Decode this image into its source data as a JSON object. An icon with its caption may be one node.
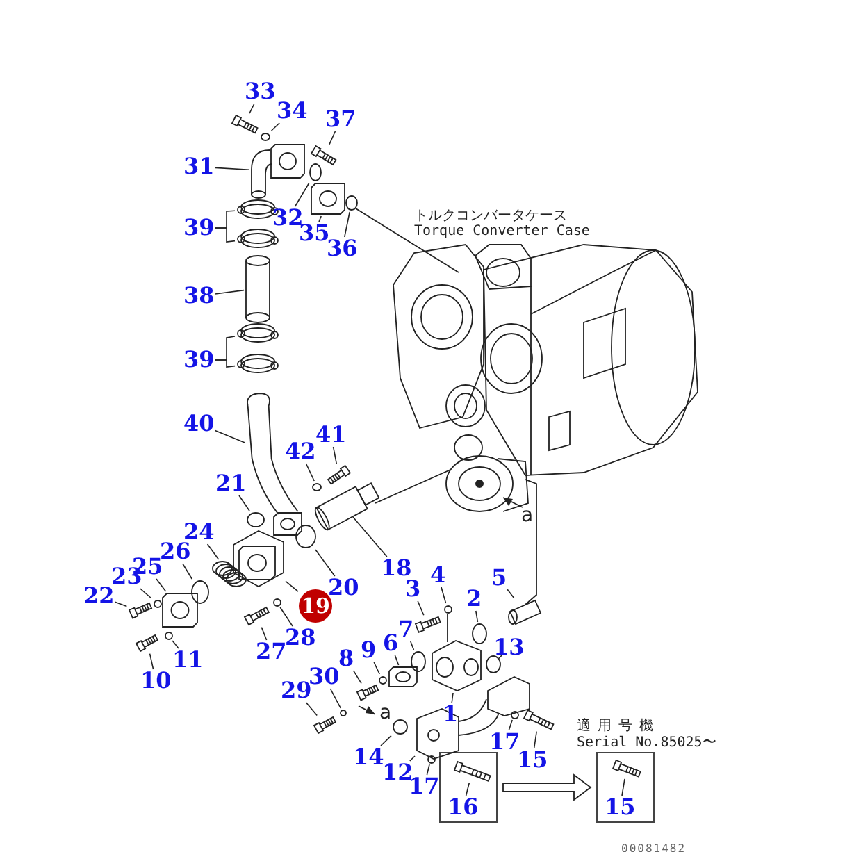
{
  "diagram": {
    "nodes": [
      {
        "text": [
          "33"
        ]
      },
      {
        "text": [
          "34"
        ]
      },
      {
        "text": [
          "37"
        ]
      },
      {
        "text": [
          "31"
        ]
      },
      {
        "text": [
          "32"
        ]
      },
      {
        "text": [
          "35"
        ]
      },
      {
        "text": [
          "36"
        ]
      },
      {
        "text": [
          "39"
        ]
      },
      {
        "text": [
          "38"
        ]
      },
      {
        "text": [
          "39"
        ]
      },
      {
        "text": [
          "40"
        ]
      },
      {
        "text": [
          "42"
        ]
      },
      {
        "text": [
          "41"
        ]
      },
      {
        "text": [
          "21"
        ]
      },
      {
        "text": [
          "24"
        ]
      },
      {
        "text": [
          "26"
        ]
      },
      {
        "text": [
          "25"
        ]
      },
      {
        "text": [
          "23"
        ]
      },
      {
        "text": [
          "22"
        ]
      },
      {
        "text": [
          "20"
        ]
      },
      {
        "text": [
          "19"
        ]
      },
      {
        "text": [
          "18"
        ]
      },
      {
        "text": [
          "28"
        ]
      },
      {
        "text": [
          "27"
        ]
      },
      {
        "text": [
          "11"
        ]
      },
      {
        "text": [
          "10"
        ]
      },
      {
        "text": [
          "3"
        ]
      },
      {
        "text": [
          "4"
        ]
      },
      {
        "text": [
          "2"
        ]
      },
      {
        "text": [
          "5"
        ]
      },
      {
        "text": [
          "7"
        ]
      },
      {
        "text": [
          "13"
        ]
      },
      {
        "text": [
          "6"
        ]
      },
      {
        "text": [
          "9"
        ]
      },
      {
        "text": [
          "8"
        ]
      },
      {
        "text": [
          "30"
        ]
      },
      {
        "text": [
          "29"
        ]
      },
      {
        "text": [
          "1"
        ]
      },
      {
        "text": [
          "17"
        ]
      },
      {
        "text": [
          "15"
        ]
      },
      {
        "text": [
          "14"
        ]
      },
      {
        "text": [
          "12"
        ]
      },
      {
        "text": [
          "17"
        ]
      },
      {
        "text": [],
        "shape": "box"
      },
      {
        "text": [
          "16"
        ],
        "in": 43
      },
      {
        "text": [],
        "shape": "box",
        "beside": [
          "適用号機",
          "Serial No.85025〜"
        ]
      },
      {
        "text": [
          "15"
        ],
        "in": 45
      },
      {
        "text": [],
        "shape": "picture"
      },
      {
        "text": [],
        "shape": "circle"
      },
      {
        "text": [],
        "shape": "picture"
      },
      {
        "text": [],
        "shape": "picture"
      },
      {
        "text": [],
        "shape": "circle"
      },
      {
        "text": [],
        "shape": "picture"
      },
      {
        "text": [],
        "shape": "circle"
      },
      {
        "text": [],
        "shape": "circle"
      },
      {
        "text": [],
        "shape": "circle"
      },
      {
        "text": [],
        "shape": "picture"
      },
      {
        "text": [],
        "shape": "circle"
      },
      {
        "text": [],
        "shape": "circle"
      },
      {
        "text": [],
        "shape": "picture"
      },
      {
        "text": [],
        "shape": "circle"
      },
      {
        "text": [],
        "shape": "picture"
      },
      {
        "text": [],
        "shape": "circle"
      },
      {
        "text": [],
        "shape": "picture"
      },
      {
        "text": [],
        "shape": "circle"
      },
      {
        "text": [],
        "shape": "picture"
      },
      {
        "text": [],
        "shape": "circle"
      },
      {
        "text": [],
        "shape": "picture"
      },
      {
        "text": [],
        "shape": "circle"
      },
      {
        "text": [],
        "shape": "picture"
      },
      {
        "text": [],
        "shape": "picture"
      },
      {
        "text": [],
        "shape": "circle"
      },
      {
        "text": [],
        "shape": "picture"
      },
      {
        "text": [],
        "shape": "circle"
      },
      {
        "text": [],
        "shape": "picture"
      },
      {
        "text": [],
        "shape": "picture"
      },
      {
        "text": [],
        "shape": "circle"
      },
      {
        "text": [],
        "shape": "circle"
      },
      {
        "text": [],
        "shape": "picture"
      },
      {
        "text": [],
        "shape": "circle"
      },
      {
        "text": [],
        "shape": "circle"
      },
      {
        "text": [],
        "shape": "picture"
      },
      {
        "text": [],
        "shape": "circle"
      },
      {
        "text": [],
        "shape": "picture"
      },
      {
        "text": [],
        "shape": "circle"
      },
      {
        "text": [],
        "shape": "picture"
      },
      {
        "text": [],
        "shape": "picture"
      },
      {
        "text": [],
        "shape": "circle"
      },
      {
        "text": [],
        "shape": "picture"
      },
      {
        "text": [],
        "shape": "circle"
      },
      {
        "text": [],
        "shape": "picture"
      },
      {
        "text": [],
        "shape": "circle"
      },
      {
        "text": [],
        "shape": "picture",
        "in": 43
      },
      {
        "text": [],
        "shape": "picture",
        "in": 45
      }
    ],
    "edges": [
      {
        "from": 0,
        "to": 47,
        "arrow": "none"
      },
      {
        "from": 1,
        "to": 48,
        "arrow": "none"
      },
      {
        "from": 2,
        "to": 49,
        "arrow": "none"
      },
      {
        "from": 3,
        "to": 50,
        "arrow": "none"
      },
      {
        "from": 4,
        "to": 51,
        "arrow": "none"
      },
      {
        "from": 5,
        "to": 52,
        "arrow": "none"
      },
      {
        "from": 6,
        "to": 53,
        "arrow": "none"
      },
      {
        "from": 7,
        "to": 54,
        "arrow": "none"
      },
      {
        "from": 7,
        "to": 55,
        "arrow": "none"
      },
      {
        "from": 8,
        "to": 56,
        "arrow": "none"
      },
      {
        "from": 9,
        "to": 57,
        "arrow": "none"
      },
      {
        "from": 9,
        "to": 58,
        "arrow": "none"
      },
      {
        "from": 10,
        "to": 59,
        "arrow": "none"
      },
      {
        "from": 11,
        "to": 60,
        "arrow": "none"
      },
      {
        "from": 12,
        "to": 61,
        "arrow": "none"
      },
      {
        "from": 13,
        "to": 62,
        "arrow": "none"
      },
      {
        "from": 14,
        "to": 63,
        "arrow": "none"
      },
      {
        "from": 15,
        "to": 64,
        "arrow": "none"
      },
      {
        "from": 16,
        "to": 65,
        "arrow": "none"
      },
      {
        "from": 17,
        "to": 66,
        "arrow": "none"
      },
      {
        "from": 18,
        "to": 67,
        "arrow": "none"
      },
      {
        "from": 19,
        "to": 68,
        "arrow": "none"
      },
      {
        "from": 20,
        "to": 69,
        "arrow": "none"
      },
      {
        "from": 21,
        "to": 70,
        "arrow": "none"
      },
      {
        "from": 22,
        "to": 71,
        "arrow": "none"
      },
      {
        "from": 23,
        "to": 72,
        "arrow": "none"
      },
      {
        "from": 24,
        "to": 73,
        "arrow": "none"
      },
      {
        "from": 25,
        "to": 74,
        "arrow": "none"
      },
      {
        "from": 26,
        "to": 75,
        "arrow": "none"
      },
      {
        "from": 27,
        "to": 76,
        "arrow": "none"
      },
      {
        "from": 28,
        "to": 77,
        "arrow": "none"
      },
      {
        "from": 29,
        "to": 78,
        "arrow": "none"
      },
      {
        "from": 30,
        "to": 79,
        "arrow": "none"
      },
      {
        "from": 31,
        "to": 80,
        "arrow": "none"
      },
      {
        "from": 32,
        "to": 81,
        "arrow": "none"
      },
      {
        "from": 33,
        "to": 82,
        "arrow": "none"
      },
      {
        "from": 34,
        "to": 83,
        "arrow": "none"
      },
      {
        "from": 35,
        "to": 84,
        "arrow": "none"
      },
      {
        "from": 36,
        "to": 85,
        "arrow": "none"
      },
      {
        "from": 37,
        "to": 86,
        "arrow": "none"
      },
      {
        "from": 38,
        "to": 87,
        "arrow": "none"
      },
      {
        "from": 39,
        "to": 88,
        "arrow": "none"
      },
      {
        "from": 40,
        "to": 89,
        "arrow": "none"
      },
      {
        "from": 41,
        "to": 90,
        "arrow": "none"
      },
      {
        "from": 42,
        "to": 91,
        "arrow": "none"
      },
      {
        "from": 44,
        "to": 92,
        "arrow": "none"
      },
      {
        "from": 46,
        "to": 93,
        "arrow": "none"
      },
      {
        "from": 43,
        "to": 45,
        "arrow": "to"
      }
    ],
    "labels": [
      "トルクコンバータケース",
      "Torque Converter Case",
      "a",
      "a",
      "00081482"
    ]
  }
}
